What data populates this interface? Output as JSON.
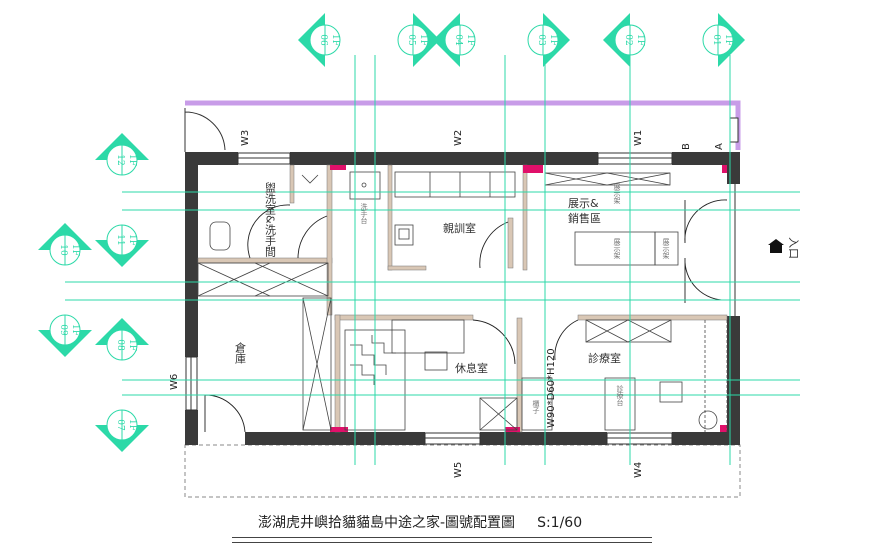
{
  "title": "澎湖虎井嶼拾貓貓島中途之家-圖號配置圖",
  "scale": "S:1/60",
  "colors": {
    "callout": "#2cd9a8",
    "wall": "#3a3a3a",
    "partition": "#d9c7b5",
    "column": "#e0106a",
    "boundary": "#c89ce8"
  },
  "rooms": {
    "washroom": "盥洗室&洗手間",
    "sink": "洗手台",
    "training": "親訓室",
    "display_1": "展示&",
    "display_2": "銷售區",
    "display_rack": "展示架",
    "entrance": "入口",
    "storage": "倉庫",
    "rest": "休息室",
    "clinic": "診療室",
    "exam_table": "診療台",
    "cabinet": "櫃子",
    "cabinet_size": "W90*D60*H120"
  },
  "windows": {
    "w1": "W1",
    "w2": "W2",
    "w3": "W3",
    "w4": "W4",
    "w5": "W5",
    "w6": "W6"
  },
  "axes": {
    "a": "A",
    "b": "B"
  },
  "callouts": [
    {
      "num": "01",
      "floor": "1F",
      "dir": "right"
    },
    {
      "num": "02",
      "floor": "1F",
      "dir": "left"
    },
    {
      "num": "03",
      "floor": "1F",
      "dir": "right"
    },
    {
      "num": "04",
      "floor": "1F",
      "dir": "left"
    },
    {
      "num": "05",
      "floor": "1F",
      "dir": "right"
    },
    {
      "num": "06",
      "floor": "1F",
      "dir": "left"
    },
    {
      "num": "07",
      "floor": "1F",
      "dir": "down"
    },
    {
      "num": "08",
      "floor": "1F",
      "dir": "up"
    },
    {
      "num": "09",
      "floor": "1F",
      "dir": "down"
    },
    {
      "num": "10",
      "floor": "1F",
      "dir": "up"
    },
    {
      "num": "11",
      "floor": "1F",
      "dir": "down"
    },
    {
      "num": "12",
      "floor": "1F",
      "dir": "up"
    }
  ]
}
